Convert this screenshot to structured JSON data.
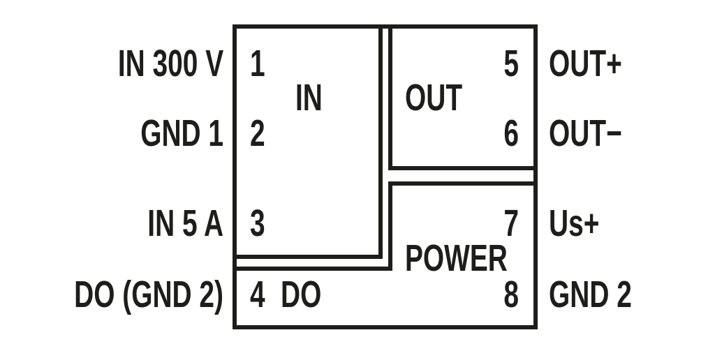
{
  "colors": {
    "ink": "#1d1d1b",
    "background": "#ffffff"
  },
  "blocks": {
    "in": {
      "label": "IN",
      "pins": [
        {
          "number": "1",
          "external": "IN 300 V"
        },
        {
          "number": "2",
          "external": "GND 1"
        },
        {
          "number": "3",
          "external": "IN 5 A"
        }
      ]
    },
    "out": {
      "label": "OUT",
      "pins": [
        {
          "number": "5",
          "external": "OUT+"
        },
        {
          "number": "6",
          "external": "OUT−"
        }
      ]
    },
    "power": {
      "label": "POWER",
      "pins": [
        {
          "number": "7",
          "external": "Us+"
        },
        {
          "number": "8",
          "external": "GND 2"
        }
      ]
    },
    "do": {
      "label": "DO",
      "pins": [
        {
          "number": "4",
          "external": "DO (GND 2)"
        }
      ]
    }
  }
}
